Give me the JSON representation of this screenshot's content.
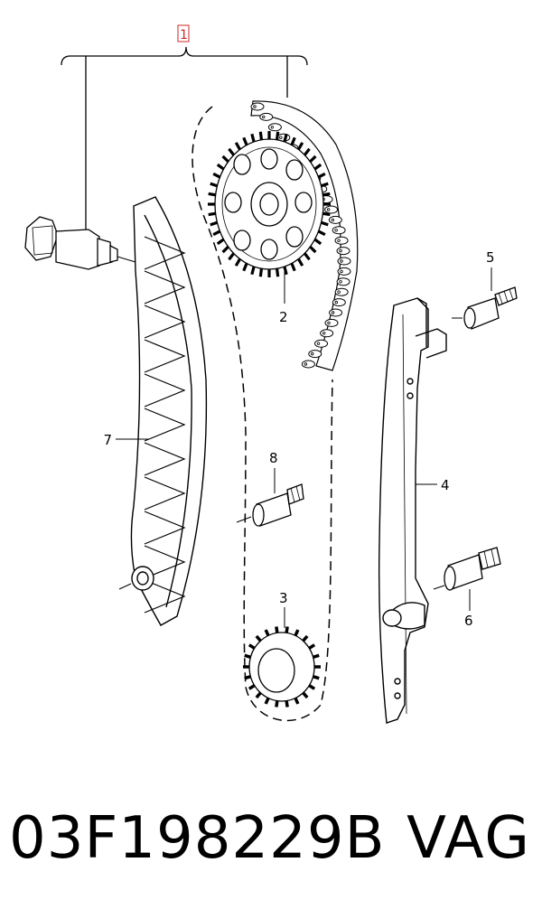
{
  "diagram": {
    "callouts": [
      {
        "id": "1",
        "text": "1"
      },
      {
        "id": "2",
        "text": "2"
      },
      {
        "id": "3",
        "text": "3"
      },
      {
        "id": "4",
        "text": "4"
      },
      {
        "id": "5",
        "text": "5"
      },
      {
        "id": "6",
        "text": "6"
      },
      {
        "id": "7",
        "text": "7"
      },
      {
        "id": "8",
        "text": "8"
      }
    ],
    "callout_1_color": "#cc2a2a"
  },
  "footer": {
    "part_number": "03F198229B",
    "brand": "VAG"
  }
}
